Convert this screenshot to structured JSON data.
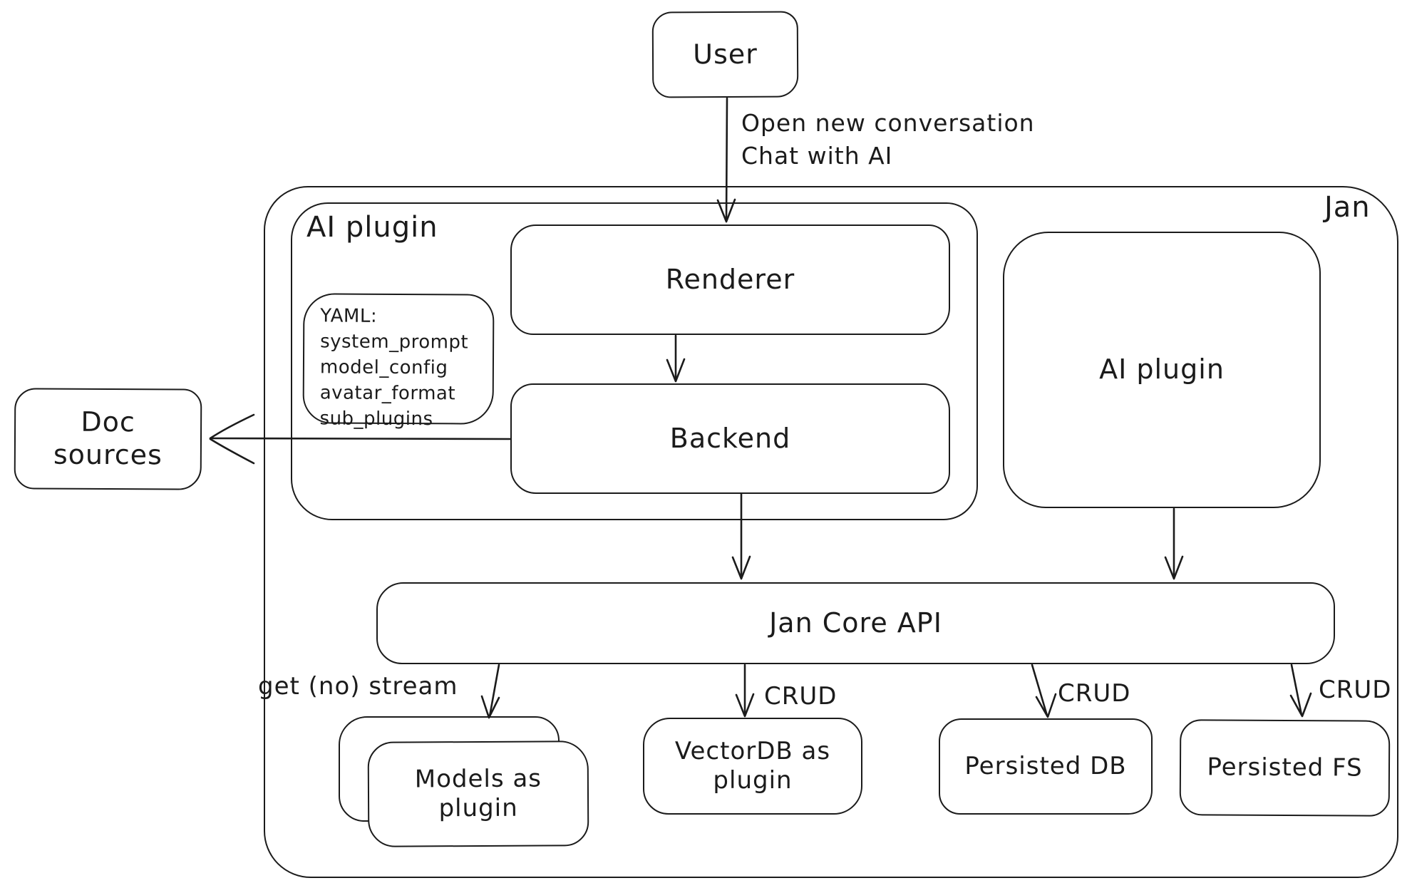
{
  "colors": {
    "stroke": "#1b1b1b",
    "canvas": "#ffffff"
  },
  "nodes": {
    "user": "User",
    "jan": "Jan",
    "ai_plugin_left": "AI plugin",
    "renderer": "Renderer",
    "backend": "Backend",
    "ai_plugin_right": "AI plugin",
    "doc_sources": "Doc sources",
    "jan_core_api": "Jan Core API",
    "models_as_plugin": "Models as plugin",
    "vectordb_as_plugin": "VectorDB as plugin",
    "persisted_db": "Persisted DB",
    "persisted_fs": "Persisted FS"
  },
  "yaml_note": {
    "title": "YAML:",
    "lines": [
      "system_prompt",
      "model_config",
      "avatar_format",
      "sub_plugins"
    ]
  },
  "edge_labels": {
    "user_to_renderer_line1": "Open new conversation",
    "user_to_renderer_line2": "Chat with AI",
    "core_to_models": "get (no) stream",
    "core_to_vectordb": "CRUD",
    "core_to_persisted_db": "CRUD",
    "core_to_persisted_fs": "CRUD"
  }
}
